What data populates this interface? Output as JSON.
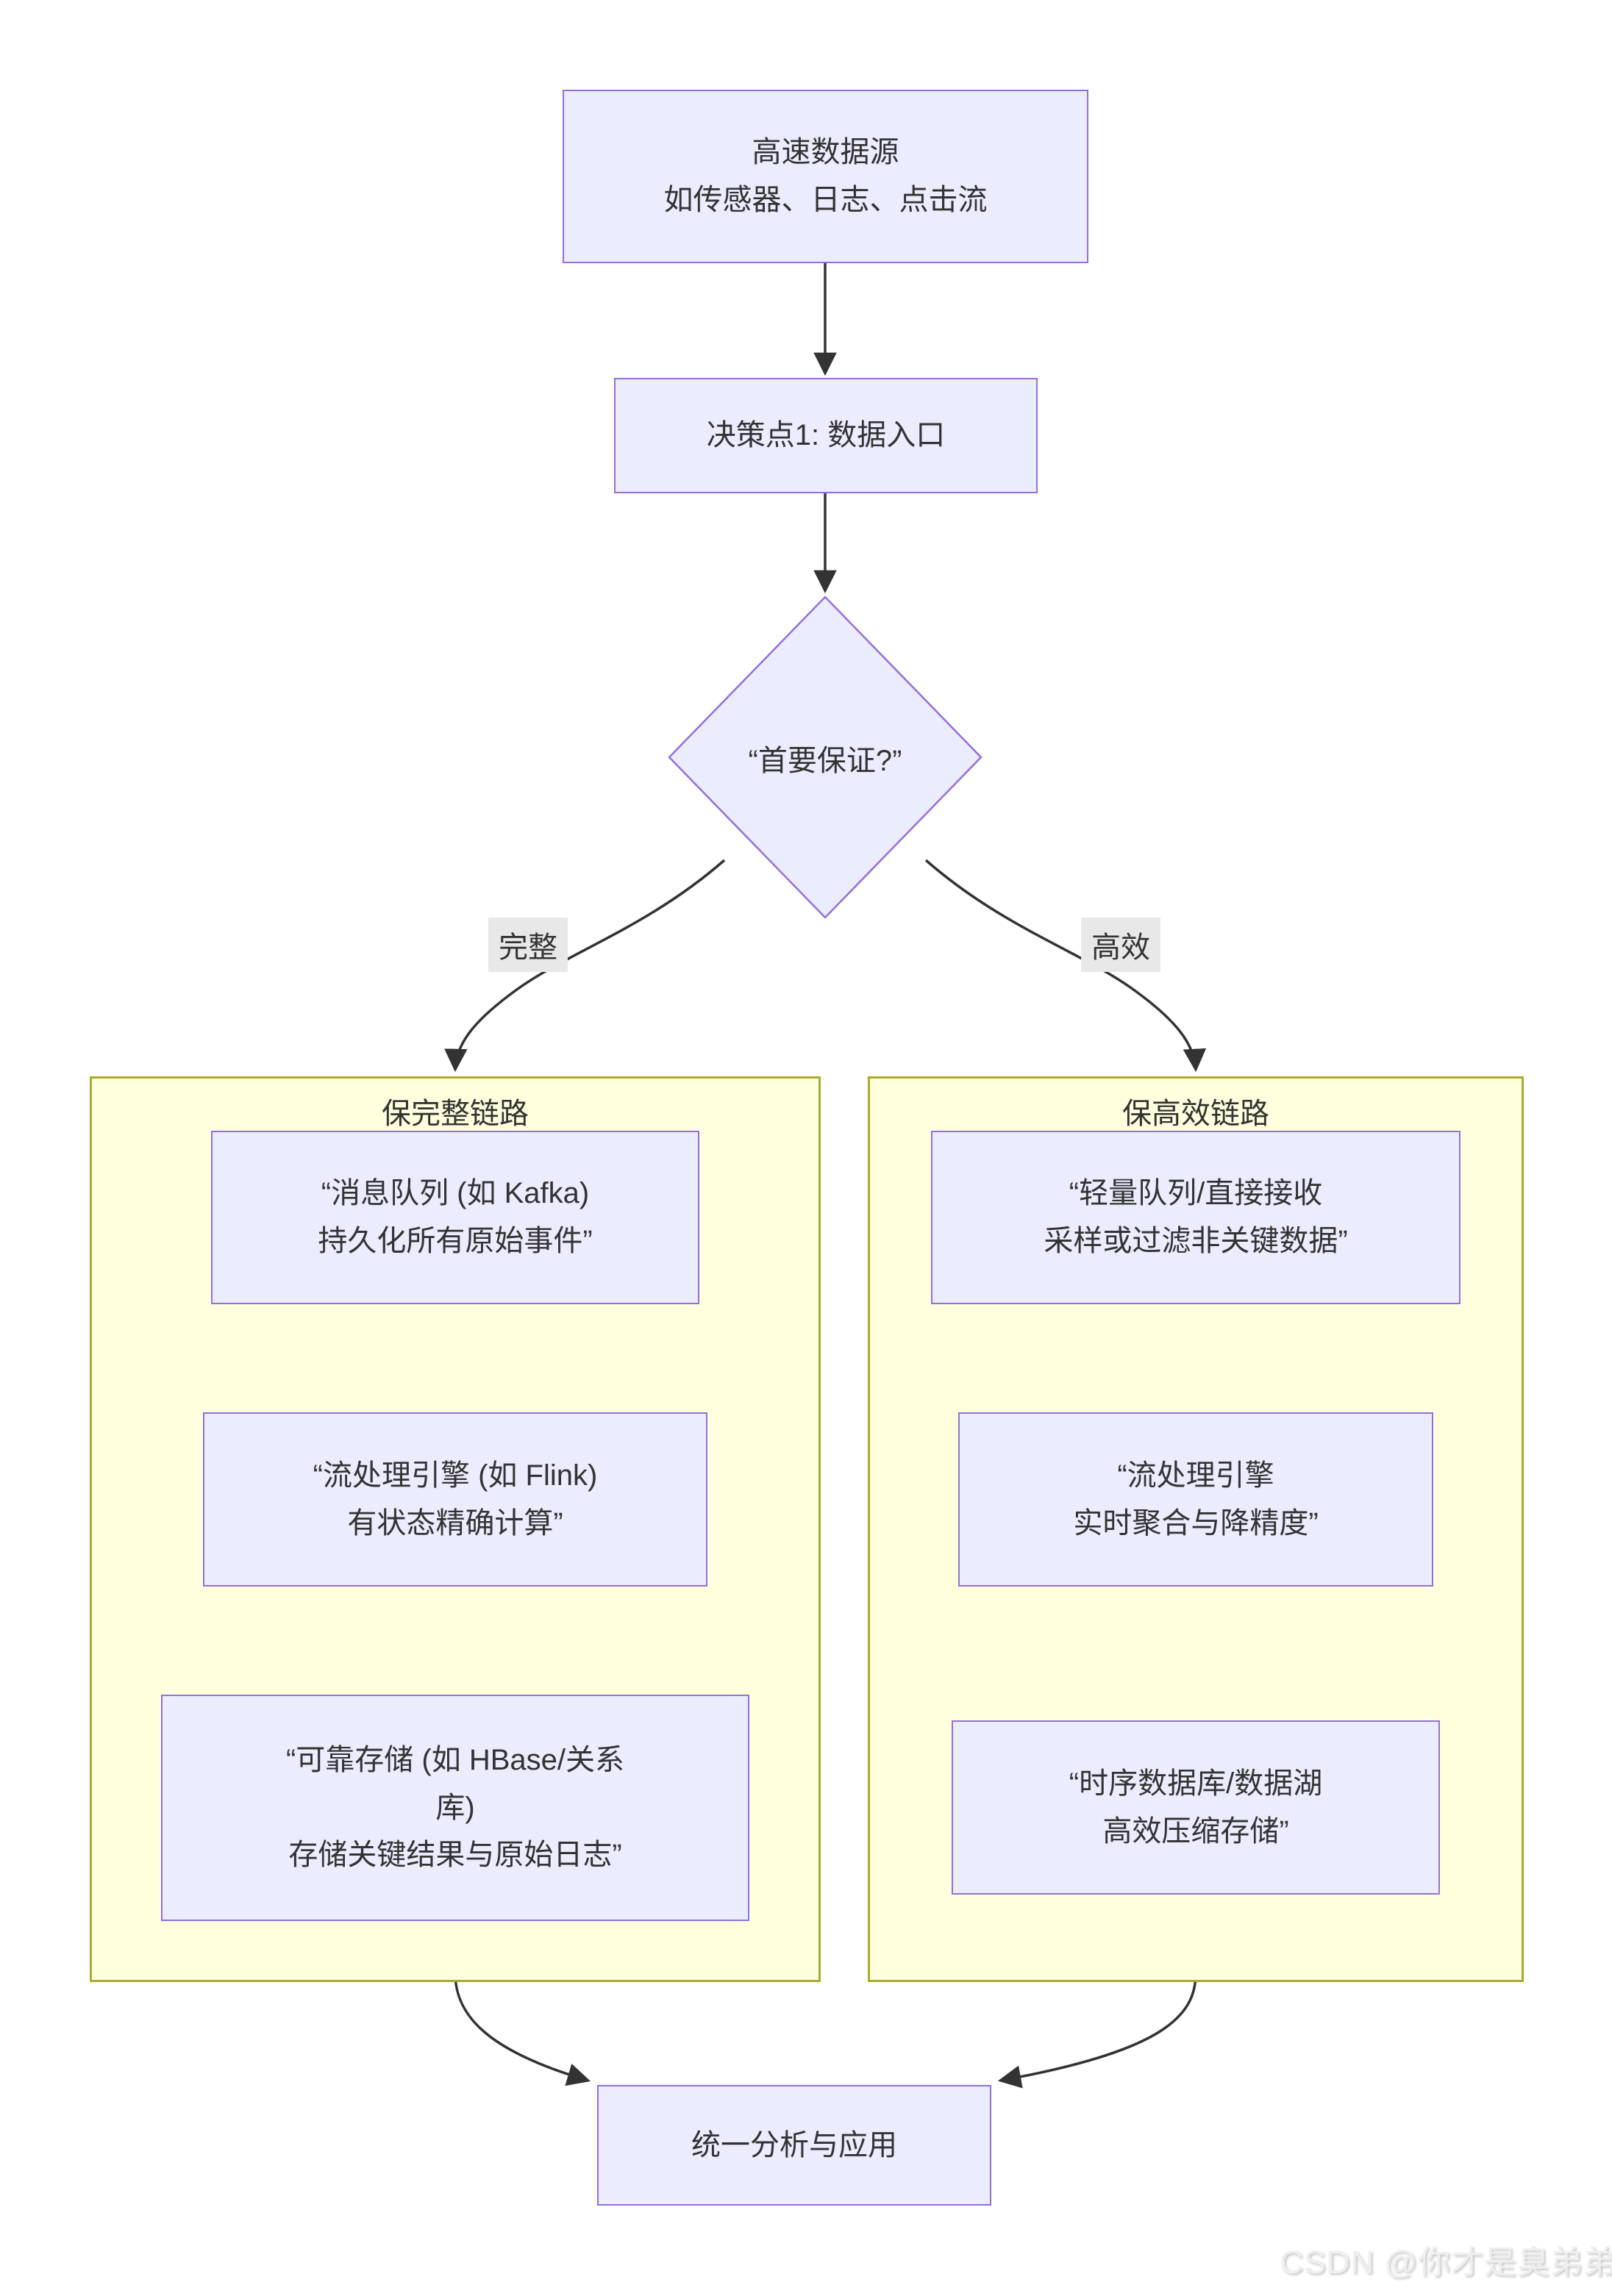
{
  "diagram": {
    "type": "flowchart",
    "direction": "top-down",
    "watermark": "CSDN @你才是臭弟弟"
  },
  "colors": {
    "node_fill": "#ECECFF",
    "node_border": "#9370DB",
    "cluster_fill": "#FFFFDE",
    "cluster_border": "#AAAA33",
    "edge_line": "#333333",
    "edge_label_bg": "#E8E8E8",
    "text": "#333333",
    "background": "#FFFFFF"
  },
  "nodes": {
    "source": {
      "lines": [
        "高速数据源",
        "如传感器、日志、点击流"
      ]
    },
    "decision_entry": {
      "lines": [
        "决策点1: 数据入口"
      ]
    },
    "diamond": {
      "label": "“首要保证?”"
    },
    "final": {
      "label": "统一分析与应用"
    }
  },
  "edge_labels": {
    "complete": "完整",
    "efficient": "高效"
  },
  "clusters": {
    "left": {
      "title": "保完整链路",
      "nodes": [
        {
          "lines": [
            "“消息队列 (如 Kafka)",
            "持久化所有原始事件”"
          ]
        },
        {
          "lines": [
            "“流处理引擎 (如 Flink)",
            "有状态精确计算”"
          ]
        },
        {
          "lines": [
            "“可靠存储 (如 HBase/关系",
            "库)",
            "存储关键结果与原始日志”"
          ]
        }
      ]
    },
    "right": {
      "title": "保高效链路",
      "nodes": [
        {
          "lines": [
            "“轻量队列/直接接收",
            "采样或过滤非关键数据”"
          ]
        },
        {
          "lines": [
            "“流处理引擎",
            "实时聚合与降精度”"
          ]
        },
        {
          "lines": [
            "“时序数据库/数据湖",
            "高效压缩存储”"
          ]
        }
      ]
    }
  }
}
